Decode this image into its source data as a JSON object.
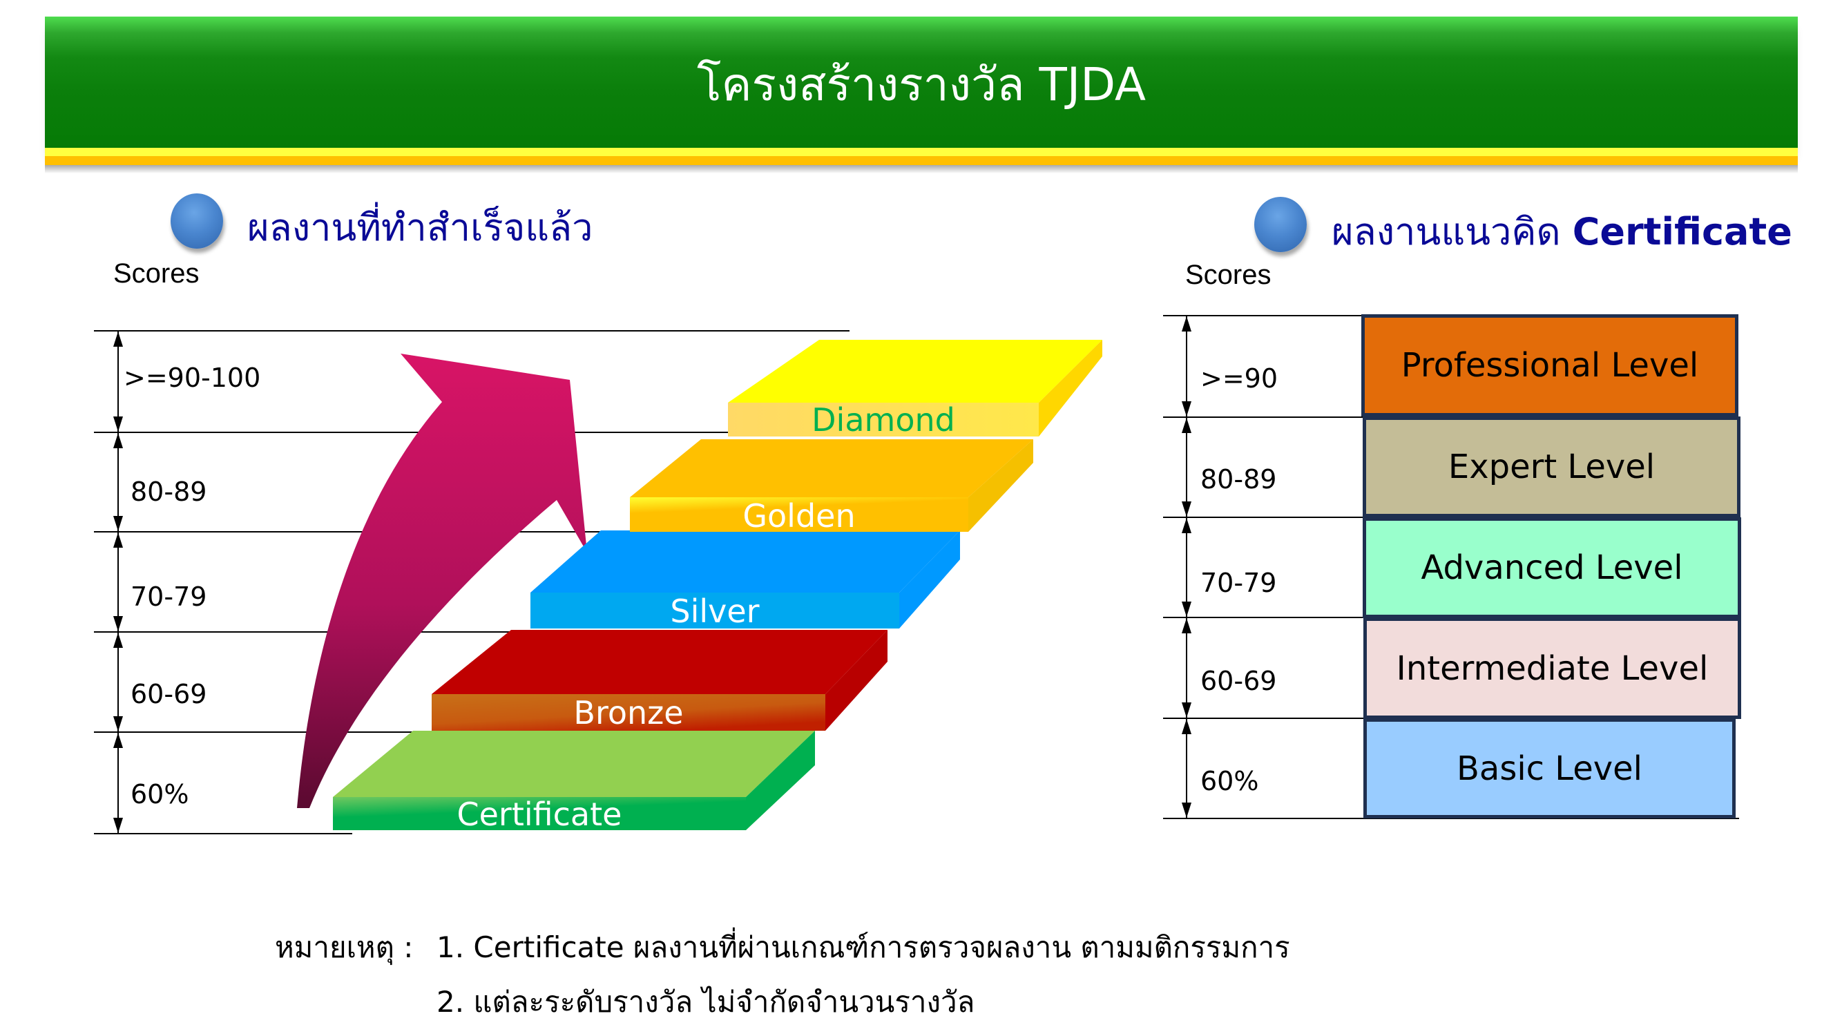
{
  "header": {
    "title": "โครงสร้างรางวัล TJDA",
    "colors": {
      "green": "#0b7f0b",
      "band_yellow": "#ffff40",
      "band_gold": "#ffbf00"
    }
  },
  "left_section": {
    "bullet_icon": "blue-circle-bullet",
    "title": "ผลงานที่ทำสำเร็จแล้ว",
    "scores_label": "Scores",
    "ranges": [
      ">=90-100",
      "80-89",
      "70-79",
      "60-69",
      "60%"
    ],
    "steps": [
      {
        "label": "Diamond",
        "top_color": "#ffff00",
        "front_color": "#ffe060",
        "side_color": "#ffd700",
        "text_color": "#00b050"
      },
      {
        "label": "Golden",
        "top_color": "#ffc000",
        "front_color": "#ffc000",
        "side_color": "#f5c000",
        "text_color": "#ffffff"
      },
      {
        "label": "Silver",
        "top_color": "#0099ff",
        "front_color": "#00a8f0",
        "side_color": "#0099ff",
        "text_color": "#ffffff"
      },
      {
        "label": "Bronze",
        "top_color": "#c00000",
        "front_color": "#c87018",
        "side_color": "#b00000",
        "text_color": "#ffffff"
      },
      {
        "label": "Certificate",
        "top_color": "#92d050",
        "front_color": "#00b050",
        "side_color": "#00b050",
        "text_color": "#ffffff"
      }
    ],
    "arrow_color": "#d01464"
  },
  "right_section": {
    "bullet_icon": "blue-circle-bullet",
    "title_thai": "ผลงานแนวคิด",
    "title_en": "Certificate",
    "scores_label": "Scores",
    "levels": [
      {
        "range": ">=90",
        "label": "Professional Level",
        "color": "#e36c09"
      },
      {
        "range": "80-89",
        "label": "Expert Level",
        "color": "#c4bd97"
      },
      {
        "range": "70-79",
        "label": "Advanced Level",
        "color": "#99ffcc"
      },
      {
        "range": "60-69",
        "label": "Intermediate Level",
        "color": "#f2dcdb"
      },
      {
        "range": "60%",
        "label": "Basic Level",
        "color": "#99ccff"
      }
    ]
  },
  "notes": {
    "prefix": "หมายเหตุ :",
    "items": [
      "1. Certificate ผลงานที่ผ่านเกณฑ์การตรวจผลงาน ตามมติกรรมการ",
      "2. แต่ละระดับรางวัล ไม่จำกัดจำนวนรางวัล"
    ]
  }
}
